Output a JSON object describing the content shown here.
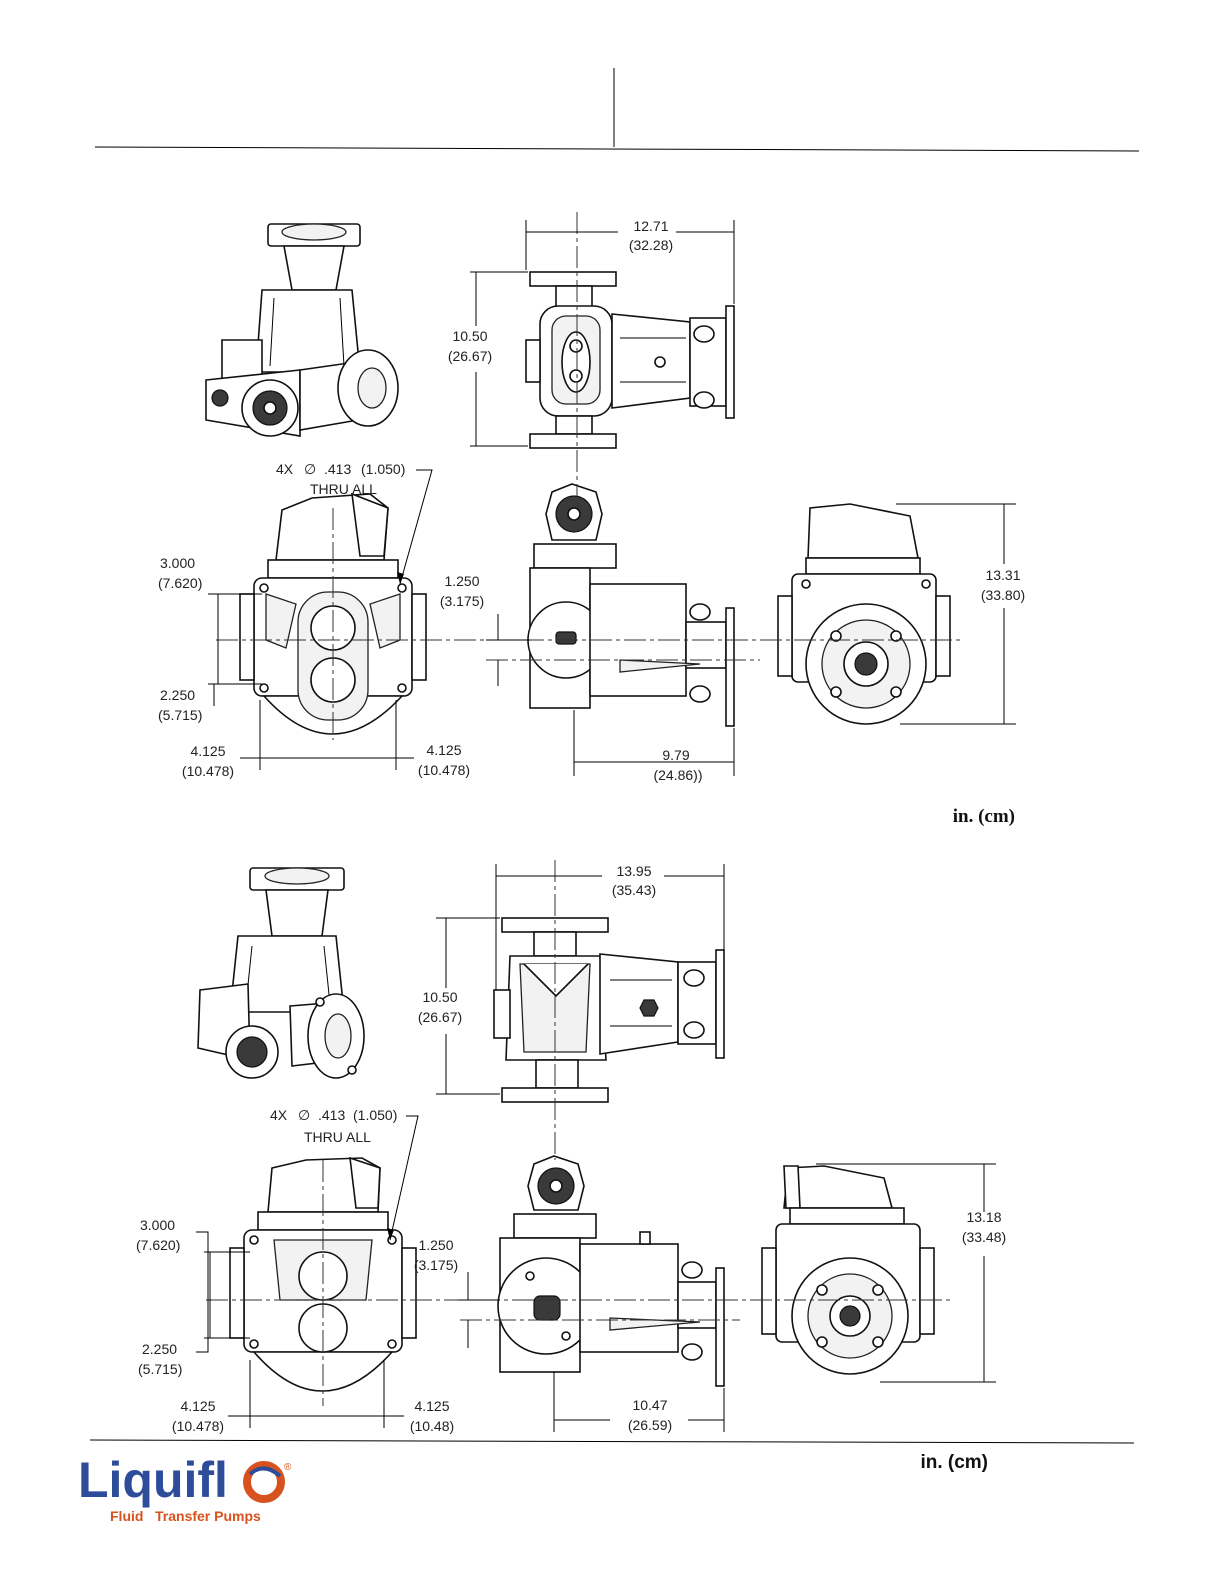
{
  "units_label": "in. (cm)",
  "pump1": {
    "side_width": [
      "12.71",
      "(32.28)"
    ],
    "side_height": [
      "10.50",
      "(26.67)"
    ],
    "hole_note": [
      "4X",
      "∅",
      ".413",
      "(1.050)",
      "THRU ALL"
    ],
    "upper_offset": [
      "3.000",
      "(7.620)"
    ],
    "lower_offset": [
      "2.250",
      "(5.715)"
    ],
    "left_half": [
      "4.125",
      "(10.478)"
    ],
    "right_half": [
      "4.125",
      "(10.478)"
    ],
    "shaft_offset": [
      "1.250",
      "(3.175)"
    ],
    "motor_length": [
      "9.79",
      "(24.86))"
    ],
    "overall_height": [
      "13.31",
      "(33.80)"
    ]
  },
  "pump2": {
    "side_width": [
      "13.95",
      "(35.43)"
    ],
    "side_height": [
      "10.50",
      "(26.67)"
    ],
    "hole_note": [
      "4X",
      "∅",
      ".413",
      "(1.050)",
      "THRU ALL"
    ],
    "upper_offset": [
      "3.000",
      "(7.620)"
    ],
    "lower_offset": [
      "2.250",
      "(5.715)"
    ],
    "left_half": [
      "4.125",
      "(10.478)"
    ],
    "right_half": [
      "4.125",
      "(10.48)"
    ],
    "shaft_offset": [
      "1.250",
      "(3.175)"
    ],
    "motor_length": [
      "10.47",
      "(26.59)"
    ],
    "overall_height": [
      "13.18",
      "(33.48)"
    ]
  },
  "logo": {
    "brand_prefix": "Liquifl",
    "brand_suffix": "o",
    "registered": "®",
    "tagline_part1": "Fluid",
    "tagline_part2": "Transfer Pumps",
    "brand_color": "#2d4d9a",
    "accent_color": "#d8521f"
  }
}
